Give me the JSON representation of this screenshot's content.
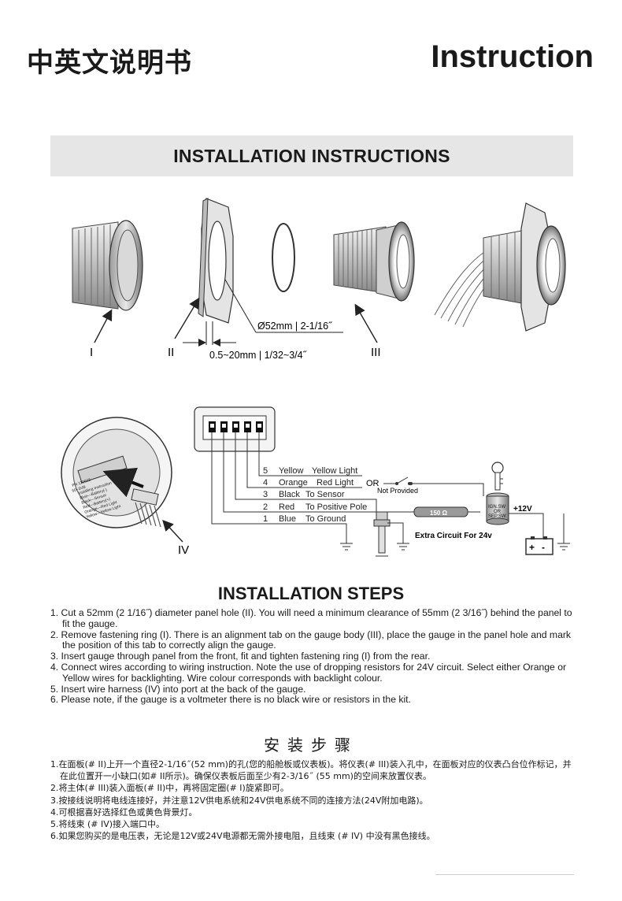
{
  "header": {
    "title_cn": "中英文说明书",
    "title_en": "Instruction"
  },
  "banner": {
    "title": "INSTALLATION INSTRUCTIONS"
  },
  "diagram": {
    "parts": {
      "p1": "I",
      "p2": "II",
      "p3": "III",
      "p4": "IV"
    },
    "hole_dim": "Ø52mm | 2-1/16˝",
    "panel_dim": "0.5~20mm | 1/32~3/4˝",
    "wires": [
      {
        "num": "5",
        "color": "Yellow",
        "desc": "Yellow Light"
      },
      {
        "num": "4",
        "color": "Orange",
        "desc": "Red Light"
      },
      {
        "num": "3",
        "color": "Black",
        "desc": "To Sensor"
      },
      {
        "num": "2",
        "color": "Red",
        "desc": "To Positive Pole"
      },
      {
        "num": "1",
        "color": "Blue",
        "desc": "To Ground"
      }
    ],
    "or_label": "OR",
    "not_provided": "Not Provided",
    "resistor": "150 Ω",
    "switch_label": [
      "IGN.SW",
      "OR",
      "SEP.SW"
    ],
    "voltage": "+12V",
    "extra_circuit": "Extra Circuit For 24v",
    "battery_plus": "+",
    "battery_minus": "-",
    "label_text": [
      "PN 110023",
      "50~3VB",
      "Installing Instruction",
      "Blue—Battery(-)",
      "Black—Sensor",
      "Red—Battery(+)",
      "Orange—Red Light",
      "Yellow—Yellow Light"
    ]
  },
  "steps": {
    "title": "INSTALLATION STEPS",
    "items": [
      "1. Cut a 52mm (2 1/16˝) diameter panel hole (II). You will need a minimum clearance of 55mm (2 3/16˝) behind the panel to fit the gauge.",
      "2. Remove fastening ring (I). There is an alignment tab on the gauge body (III), place the gauge in the panel hole and mark the position of this tab to correctly align the gauge.",
      "3. Insert gauge through panel from the front, fit and tighten fastening ring (I) from the rear.",
      "4. Connect wires according to wiring instruction. Note the use of dropping resistors for 24V circuit. Select either Orange or Yellow wires for backlighting. Wire colour corresponds with backlight colour.",
      "5. Insert wire harness (IV) into port at the back of the gauge.",
      "6. Please note, if the gauge is a voltmeter there is no black wire or resistors in the kit."
    ]
  },
  "cn_steps": {
    "title": "安装步骤",
    "items": [
      "1.在面板(# II)上开一个直径2-1/16˝(52 mm)的孔(您的船舱板或仪表板)。将仪表(# III)装入孔中，在面板对应的仪表凸台位作标记，并在此位置开一小缺口(如# II所示)。确保仪表板后面至少有2-3/16˝ (55 mm)的空间来放置仪表。",
      "2.将主体(# III)装入面板(# II)中，再将固定圈(# I)旋紧即可。",
      "3.按接线说明将电线连接好，并注意12V供电系统和24V供电系统不同的连接方法(24V附加电路)。",
      "4.可根据喜好选择红色或黄色背景灯。",
      "5.将线束 (# IV)接入端口中。",
      "6.如果您购买的是电压表，无论是12V或24V电源都无需外接电阻，且线束 (# IV) 中没有黑色接线。"
    ]
  }
}
